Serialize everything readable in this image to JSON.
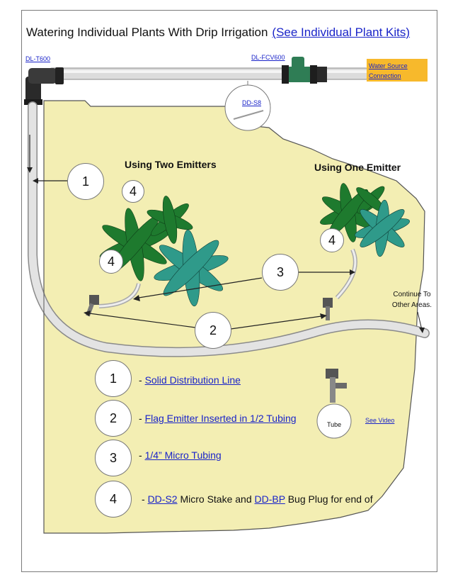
{
  "title": {
    "text": "Watering Individual Plants With Drip Irrigation",
    "link": "(See Individual Plant Kits)"
  },
  "parts": {
    "tee": "DL-T600",
    "valve": "DL-FCV600",
    "stake": "DD-S8"
  },
  "water_source": {
    "line1": "Water Source",
    "line2": "Connection"
  },
  "headings": {
    "two_emitters": "Using Two Emitters",
    "one_emitter": "Using One Emitter"
  },
  "continue_note": {
    "line1": "Continue To",
    "line2": "Other Areas."
  },
  "callouts": {
    "one": "1",
    "two": "2",
    "three": "3",
    "four": "4"
  },
  "legend": [
    {
      "number": "1",
      "prefix": "- ",
      "link": "Solid Distribution Line"
    },
    {
      "number": "2",
      "prefix": "- ",
      "link": " Flag Emitter Inserted in 1/2 Tubing"
    },
    {
      "number": "3",
      "prefix": "- ",
      "link": "1/4” Micro Tubing"
    },
    {
      "number": "4",
      "prefix": "- ",
      "link": "DD-S2",
      "mid": " Micro Stake and ",
      "link2": "DD-BP",
      "suffix": " Bug Plug for end of"
    }
  ],
  "tube_photo": {
    "label": "Tube",
    "video_link": "See Video"
  },
  "colors": {
    "ground": "#f3eeb3",
    "tubing": "#d6d6d6",
    "water_source": "#f7b92c",
    "valve": "#2e7d4f",
    "link": "#1a24c9"
  }
}
